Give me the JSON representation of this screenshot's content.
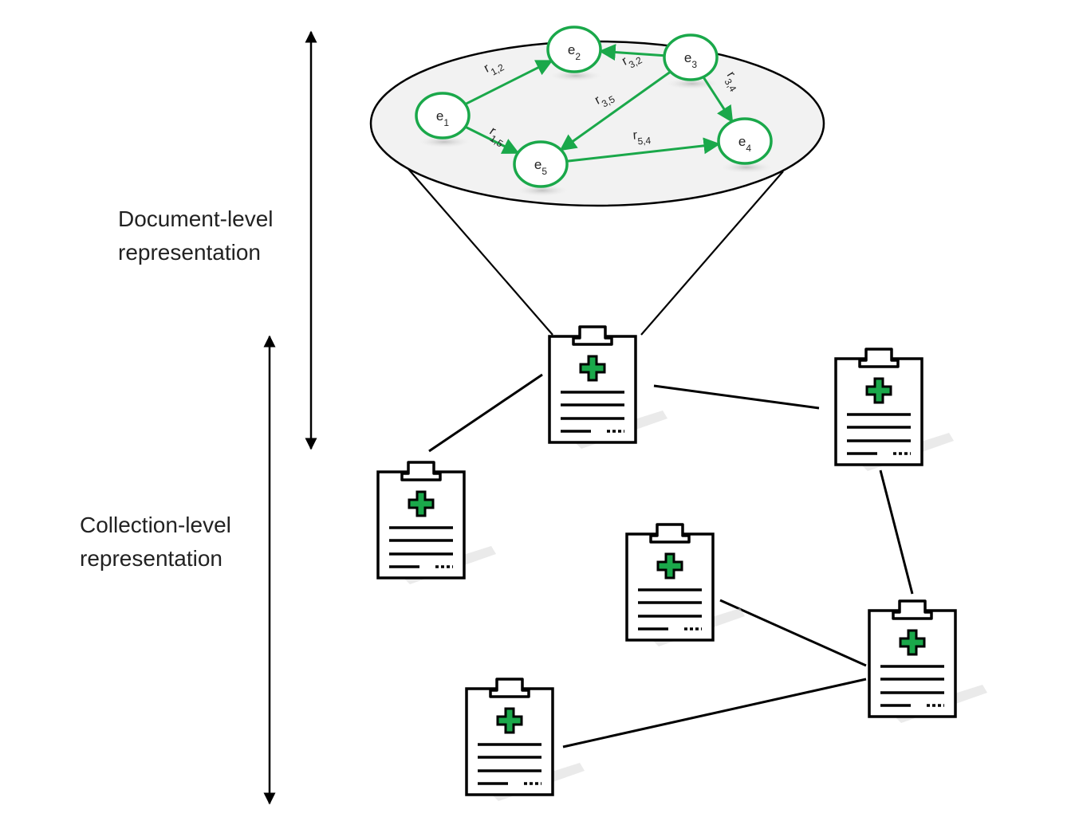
{
  "labels": {
    "document_level": [
      "Document-level",
      "representation"
    ],
    "collection_level": [
      "Collection-level",
      "representation"
    ]
  },
  "graph": {
    "entities": [
      {
        "id": "e1",
        "base": "e",
        "sub": "1"
      },
      {
        "id": "e2",
        "base": "e",
        "sub": "2"
      },
      {
        "id": "e3",
        "base": "e",
        "sub": "3"
      },
      {
        "id": "e4",
        "base": "e",
        "sub": "4"
      },
      {
        "id": "e5",
        "base": "e",
        "sub": "5"
      }
    ],
    "relations": [
      {
        "id": "r12",
        "from": "e1",
        "to": "e2",
        "base": "r",
        "sub": "1,2"
      },
      {
        "id": "r15",
        "from": "e1",
        "to": "e5",
        "base": "r",
        "sub": "1,5"
      },
      {
        "id": "r32",
        "from": "e3",
        "to": "e2",
        "base": "r",
        "sub": "3,2"
      },
      {
        "id": "r34",
        "from": "e3",
        "to": "e4",
        "base": "r",
        "sub": "3,4"
      },
      {
        "id": "r35",
        "from": "e3",
        "to": "e5",
        "base": "r",
        "sub": "3,5"
      },
      {
        "id": "r54",
        "from": "e5",
        "to": "e4",
        "base": "r",
        "sub": "5,4"
      }
    ]
  },
  "documents": [
    {
      "id": "doc-a"
    },
    {
      "id": "doc-b"
    },
    {
      "id": "doc-c"
    },
    {
      "id": "doc-d"
    },
    {
      "id": "doc-e"
    },
    {
      "id": "doc-f"
    }
  ],
  "document_links": [
    {
      "from": "doc-a",
      "to": "doc-b"
    },
    {
      "from": "doc-a",
      "to": "doc-c"
    },
    {
      "from": "doc-c",
      "to": "doc-e"
    },
    {
      "from": "doc-d",
      "to": "doc-e"
    },
    {
      "from": "doc-f",
      "to": "doc-e"
    }
  ],
  "colors": {
    "node_stroke": "#1aa84a",
    "medical_cross": "#1aa84a",
    "outline": "#000000",
    "shadow": "#d9d9d9"
  },
  "icons": {
    "document": "medical-clipboard-icon",
    "cross": "medical-cross-icon",
    "arrow": "double-headed-arrow-icon"
  }
}
